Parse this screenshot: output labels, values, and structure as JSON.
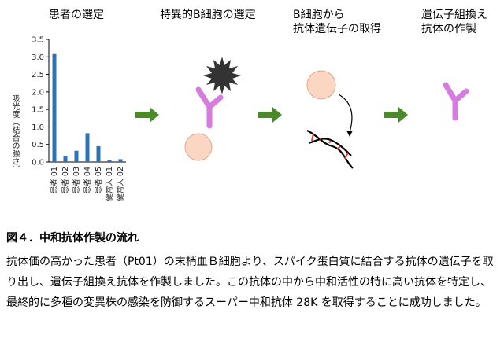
{
  "steps": {
    "patient_selection": "患者の選定",
    "b_cell_selection": "特異的B細胞の選定",
    "gene_acquisition_line1": "B細胞から",
    "gene_acquisition_line2": "抗体遺伝子の取得",
    "production_line1": "遺伝子組換え",
    "production_line2": "抗体の作製"
  },
  "chart_data": {
    "type": "bar",
    "ylabel": "吸光度（結合の強さ）",
    "ylim": [
      0,
      3.5
    ],
    "yticks": [
      "0.0",
      "0.5",
      "1.0",
      "1.5",
      "2.0",
      "2.5",
      "3.0",
      "3.5"
    ],
    "categories": [
      "患者 01",
      "患者 02",
      "患者 03",
      "患者 04",
      "患者 05",
      "健常人 01",
      "健常人 02"
    ],
    "values": [
      3.08,
      0.18,
      0.32,
      0.82,
      0.45,
      0.06,
      0.08
    ],
    "color": "#2e74b5"
  },
  "colors": {
    "arrow": "#4a8a2a",
    "antibody": "#d67be0",
    "bcell_fill": "#fbd7c3",
    "virus": "#333333"
  },
  "caption": "図４．中和抗体作製の流れ",
  "body": "抗体価の高かった患者（Pt01）の末梢血Ｂ細胞より、スパイク蛋白質に結合する抗体の遺伝子を取り出し、遺伝子組換え抗体を作製しました。この抗体の中から中和活性の特に高い抗体を特定し、最終的に多種の変異株の感染を防御するスーパー中和抗体 28K を取得することに成功しました。"
}
